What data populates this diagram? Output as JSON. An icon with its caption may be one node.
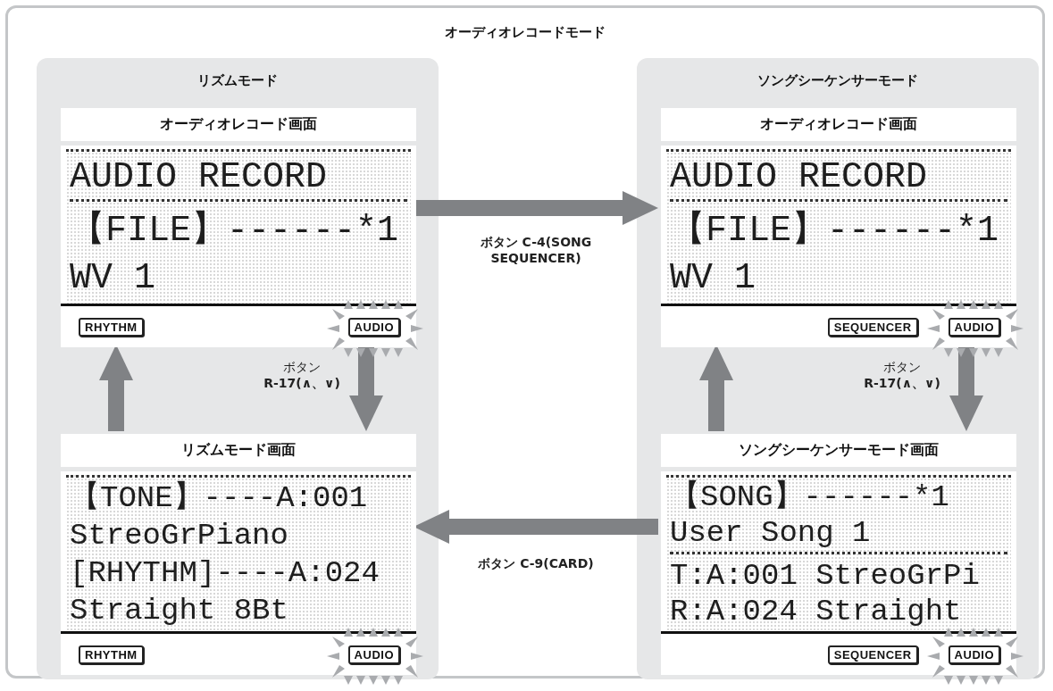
{
  "diagram": {
    "nodes": [
      {
        "text": [
          "オーディオレコードモード"
        ]
      },
      {
        "text": [
          "リズムモード"
        ],
        "in": 0
      },
      {
        "text": [
          "ソングシーケンサーモード"
        ],
        "in": 0
      },
      {
        "text": [
          "オーディオレコード画面",
          "AUDIO RECORD",
          "【FILE】------*1",
          "WV 1",
          "RHYTHM",
          "AUDIO"
        ],
        "in": 1
      },
      {
        "text": [
          "リズムモード画面",
          "【TONE】----A:001",
          "StreoGrPiano",
          "[RHYTHM]----A:024",
          "Straight 8Bt",
          "RHYTHM",
          "AUDIO"
        ],
        "in": 1
      },
      {
        "text": [
          "オーディオレコード画面",
          "AUDIO RECORD",
          "【FILE】------*1",
          "WV 1",
          "SEQUENCER",
          "AUDIO"
        ],
        "in": 2
      },
      {
        "text": [
          "ソングシーケンサーモード画面",
          "【SONG】------*1",
          "User Song 1",
          "T:A:001 StreoGrPi",
          "R:A:024 Straight",
          "SEQUENCER",
          "AUDIO"
        ],
        "in": 2
      }
    ],
    "edges": [
      {
        "from": 3,
        "to": 5,
        "arrow": "to",
        "label": "ボタン C-4(SONG SEQUENCER)"
      },
      {
        "from": 4,
        "to": 3,
        "arrow": "to"
      },
      {
        "from": 3,
        "to": 4,
        "arrow": "to",
        "label": "ボタン **R-17(∧、∨)**"
      },
      {
        "from": 6,
        "to": 5,
        "arrow": "to"
      },
      {
        "from": 5,
        "to": 6,
        "arrow": "to",
        "label": "ボタン **R-17(∧、∨)**"
      },
      {
        "from": 6,
        "to": 4,
        "arrow": "to",
        "label": "ボタン C-9(CARD)"
      }
    ]
  }
}
